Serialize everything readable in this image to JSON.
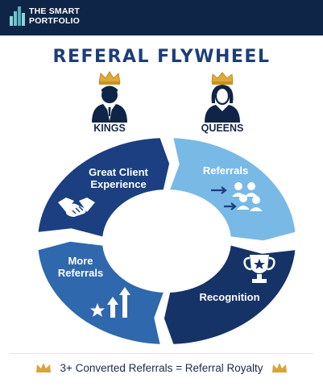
{
  "brand": {
    "line1": "THE SMART",
    "line2": "PORTFOLIO"
  },
  "title": "REFERAL FLYWHEEL",
  "personas": [
    {
      "label": "KINGS",
      "icon": "king-crown-icon"
    },
    {
      "label": "QUEENS",
      "icon": "queen-crown-icon"
    }
  ],
  "segments": [
    {
      "label": "Great Client Experience",
      "line1": "Great Client",
      "line2": "Experience",
      "color": "#1b3f80",
      "icon": "handshake-icon"
    },
    {
      "label": "Referrals",
      "color": "#79b9e6",
      "icon": "people-referral-icon"
    },
    {
      "label": "Recognition",
      "color": "#163368",
      "icon": "trophy-icon"
    },
    {
      "label": "More Referrals",
      "line1": "More",
      "line2": "Referrals",
      "color": "#2f68ad",
      "icon": "growth-arrows-icon"
    }
  ],
  "footer": {
    "text": "3+ Converted Referrals = Referral Royalty"
  },
  "colors": {
    "navy": "#0e2547",
    "title": "#1d3e78",
    "gold": "#d9a43a"
  }
}
